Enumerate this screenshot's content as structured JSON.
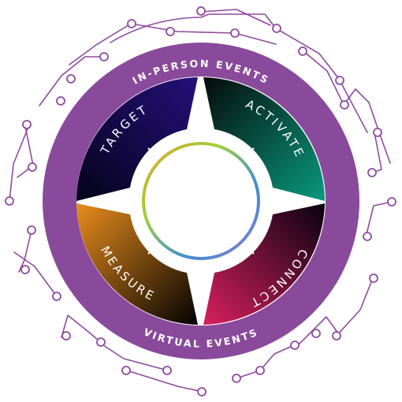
{
  "outer_ring": {
    "top_label": "IN-PERSON EVENTS",
    "bottom_label": "VIRTUAL EVENTS",
    "color": "#8a4a9c"
  },
  "segments": [
    {
      "label": "TARGET",
      "gradient": [
        "#05031a",
        "#24107a"
      ]
    },
    {
      "label": "ACTIVATE",
      "gradient": [
        "#050b0a",
        "#0a9a7e"
      ]
    },
    {
      "label": "CONNECT",
      "gradient": [
        "#070210",
        "#d8205d"
      ]
    },
    {
      "label": "MEASURE",
      "gradient": [
        "#e98c1d",
        "#020202"
      ]
    }
  ],
  "center_ring_gradient": [
    "#e3a52c",
    "#9fd037",
    "#3f8fd3",
    "#8e7cc8"
  ],
  "accent_colors": {
    "circuit": "#8f4a9f",
    "background": "#ffffff",
    "divider": "#ffffff"
  }
}
